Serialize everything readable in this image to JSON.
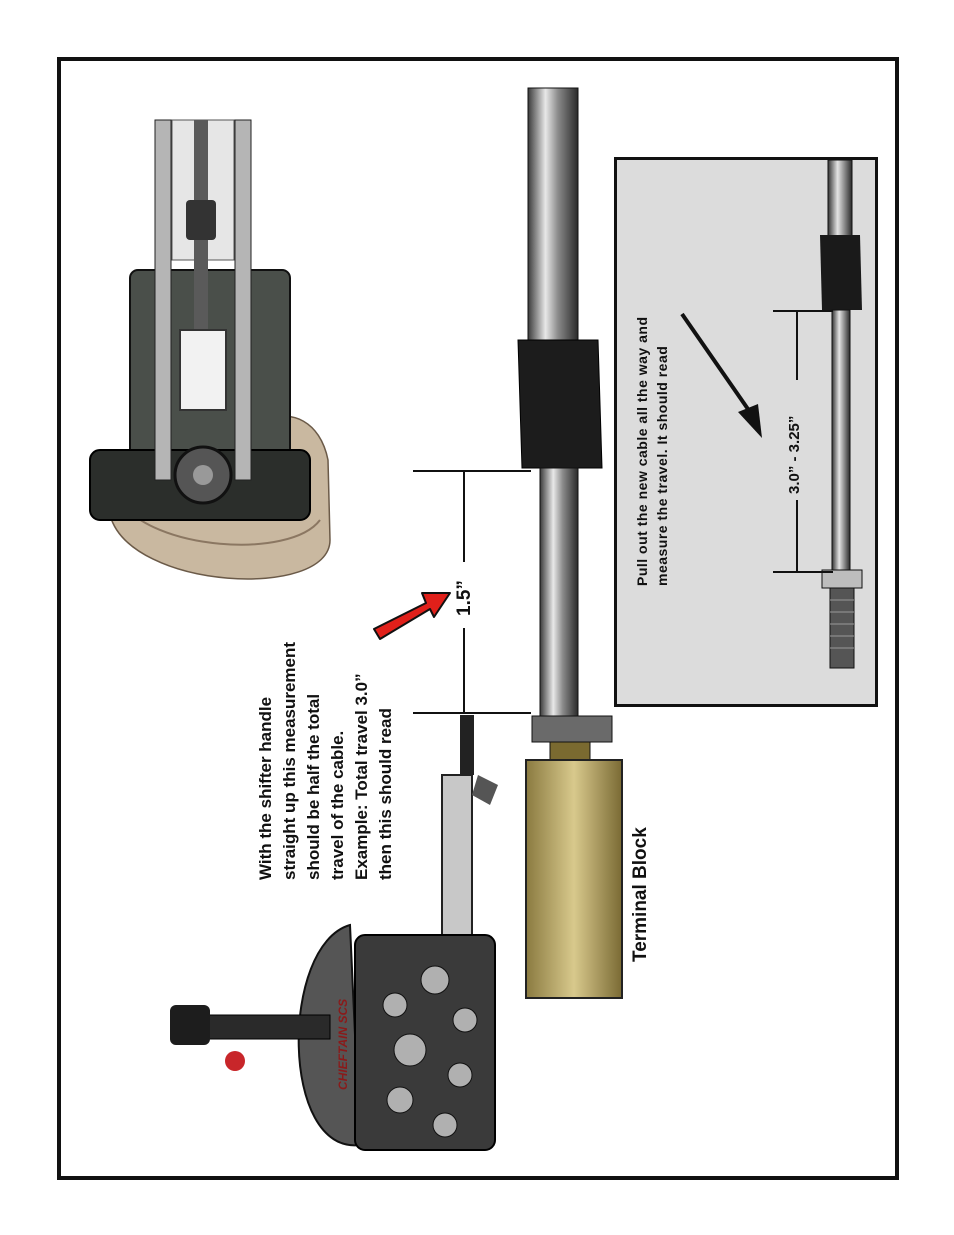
{
  "instructions": {
    "shifter_text": "With the shifter handle\nstraight up this measurement\nshould be half the total\ntravel of the cable.\nExample: Total travel 3.0”\nthen this should read",
    "half_measurement": "1.5”",
    "terminal_block_label": "Terminal Block"
  },
  "inset": {
    "text": "Pull out the new cable all the way and\nmeasure the travel. It should read",
    "travel_range": "3.0” - 3.25”"
  },
  "brand": {
    "logo_text": "CHIEFTAIN SCS"
  },
  "colors": {
    "arrow_red": "#e0201a",
    "inset_bg": "#dcdcdc",
    "frame": "#111111",
    "chrome": "#9a9a9a",
    "block_brass": "#b8a76a"
  }
}
